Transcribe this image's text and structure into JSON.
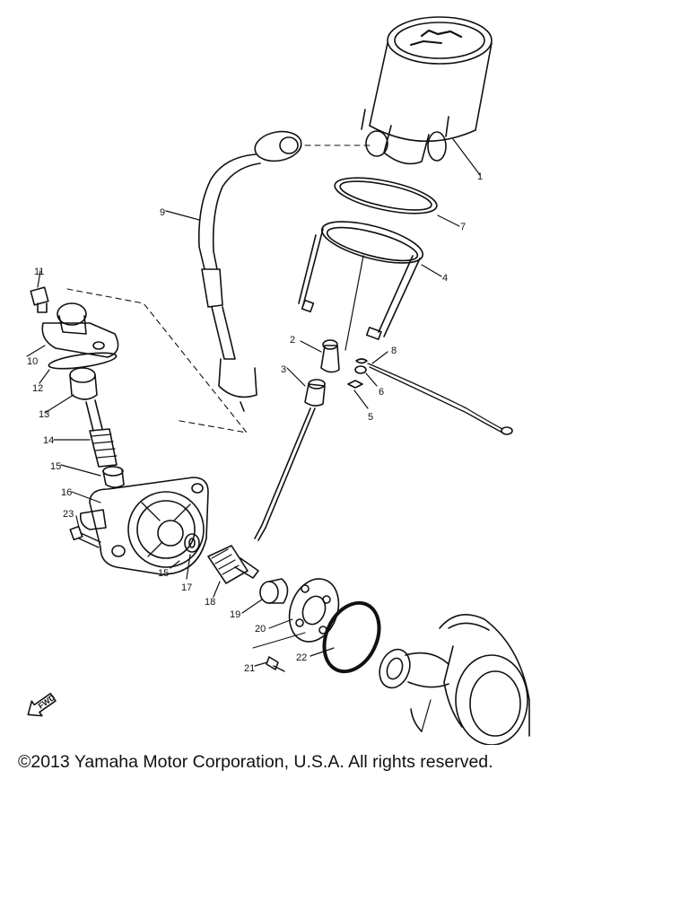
{
  "diagram": {
    "parts": [
      {
        "id": "part-1",
        "label": "1"
      },
      {
        "id": "part-2",
        "label": "2"
      },
      {
        "id": "part-3",
        "label": "3"
      },
      {
        "id": "part-4",
        "label": "4"
      },
      {
        "id": "part-5",
        "label": "5"
      },
      {
        "id": "part-6",
        "label": "6"
      },
      {
        "id": "part-7",
        "label": "7"
      },
      {
        "id": "part-8",
        "label": "8"
      },
      {
        "id": "part-9",
        "label": "9"
      },
      {
        "id": "part-10",
        "label": "10"
      },
      {
        "id": "part-11",
        "label": "11"
      },
      {
        "id": "part-12",
        "label": "12"
      },
      {
        "id": "part-13",
        "label": "13"
      },
      {
        "id": "part-14",
        "label": "14"
      },
      {
        "id": "part-15a",
        "label": "15"
      },
      {
        "id": "part-15b",
        "label": "15"
      },
      {
        "id": "part-16",
        "label": "16"
      },
      {
        "id": "part-17",
        "label": "17"
      },
      {
        "id": "part-18",
        "label": "18"
      },
      {
        "id": "part-19",
        "label": "19"
      },
      {
        "id": "part-20",
        "label": "20"
      },
      {
        "id": "part-21",
        "label": "21"
      },
      {
        "id": "part-22",
        "label": "22"
      },
      {
        "id": "part-23",
        "label": "23"
      }
    ],
    "direction_arrow": "FWD"
  },
  "footer": {
    "copyright": "©2013 Yamaha Motor Corporation, U.S.A. All rights reserved."
  }
}
